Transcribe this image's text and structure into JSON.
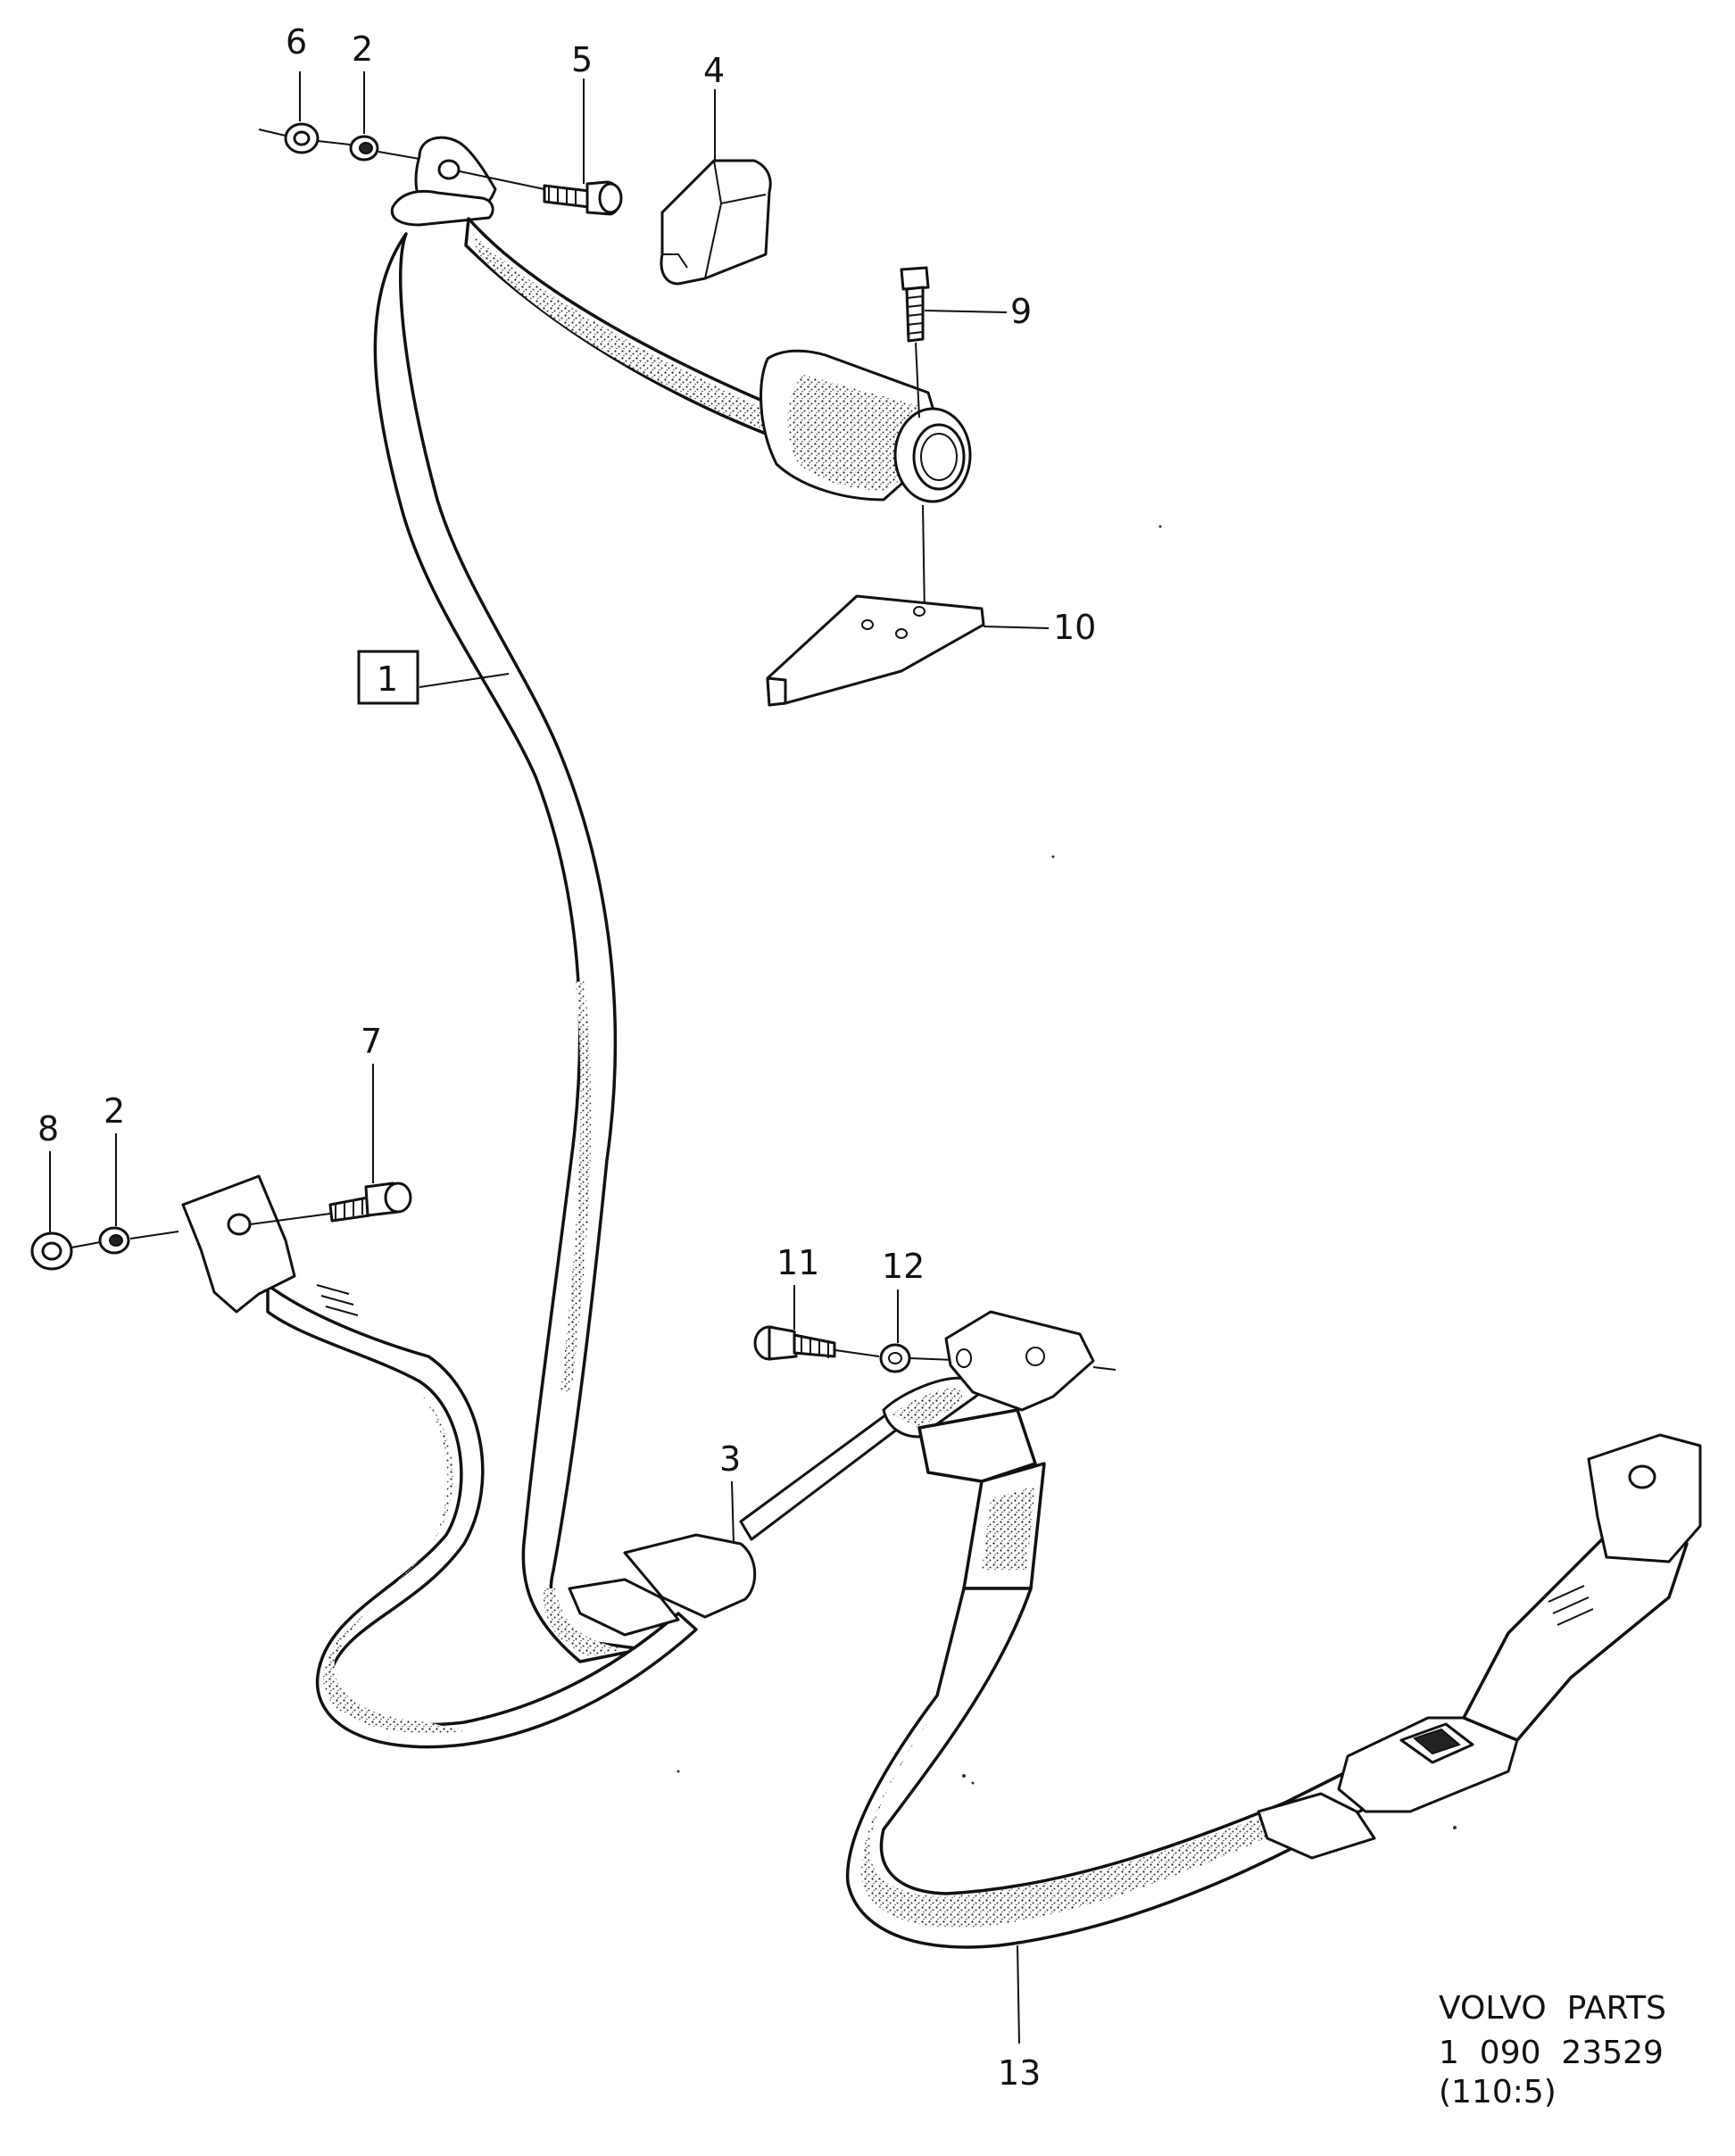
{
  "diagram": {
    "callouts": [
      {
        "id": "c1",
        "label": "1",
        "boxed": true
      },
      {
        "id": "c2a",
        "label": "2"
      },
      {
        "id": "c2b",
        "label": "2"
      },
      {
        "id": "c3",
        "label": "3"
      },
      {
        "id": "c4",
        "label": "4"
      },
      {
        "id": "c5",
        "label": "5"
      },
      {
        "id": "c6",
        "label": "6"
      },
      {
        "id": "c7",
        "label": "7"
      },
      {
        "id": "c8",
        "label": "8"
      },
      {
        "id": "c9",
        "label": "9"
      },
      {
        "id": "c10",
        "label": "10"
      },
      {
        "id": "c11",
        "label": "11"
      },
      {
        "id": "c12",
        "label": "12"
      },
      {
        "id": "c13",
        "label": "13"
      }
    ],
    "footer": {
      "brand": "VOLVO  PARTS",
      "part_number": "1  090  23529",
      "ref": "(110:5)"
    }
  }
}
